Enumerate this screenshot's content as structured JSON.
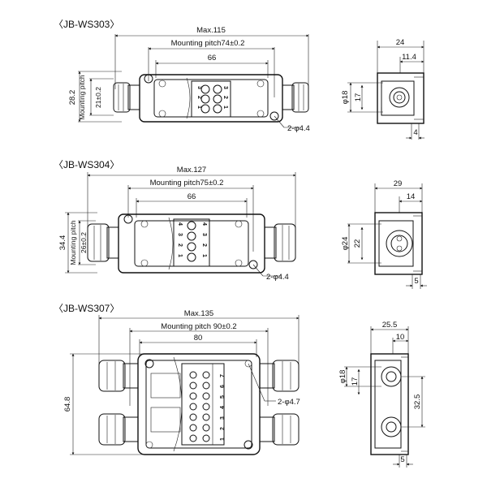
{
  "diagrams": [
    {
      "title": "〈JB-WS303〉",
      "max_length": "Max.115",
      "mounting_pitch": "Mounting pitch74±0.2",
      "inner_width": "66",
      "height": "28.2",
      "vertical_pitch": "Mounting pitch",
      "vertical_pitch_value": "21±0.2",
      "hole_note": "2-φ4.4",
      "terminals_top": [
        "3",
        "2",
        "1"
      ],
      "terminals_bottom": [
        "3",
        "2",
        "1"
      ],
      "side_width": "24",
      "side_offset": "11.4",
      "side_diameter": "φ18",
      "side_height": "17",
      "side_bottom": "4"
    },
    {
      "title": "〈JB-WS304〉",
      "max_length": "Max.127",
      "mounting_pitch": "Mounting pitch75±0.2",
      "inner_width": "66",
      "height": "34.4",
      "vertical_pitch": "Mounting pitch",
      "vertical_pitch_value": "26±0.2",
      "hole_note": "2-φ4.4",
      "terminals_top": [
        "4",
        "3",
        "2",
        "1"
      ],
      "terminals_bottom": [
        "4",
        "3",
        "2",
        "1"
      ],
      "side_width": "29",
      "side_offset": "14",
      "side_diameter": "φ24",
      "side_height": "22",
      "side_bottom": "5"
    },
    {
      "title": "〈JB-WS307〉",
      "max_length": "Max.135",
      "mounting_pitch": "Mounting pitch 90±0.2",
      "inner_width": "80",
      "height": "64.8",
      "hole_note": "2-φ4.7",
      "terminals": [
        "1",
        "2",
        "3",
        "4",
        "5",
        "6",
        "7"
      ],
      "side_width": "25.5",
      "side_offset": "10",
      "side_diameter": "φ18",
      "side_height": "17",
      "side_pitch": "32.5",
      "side_bottom": "5"
    }
  ]
}
